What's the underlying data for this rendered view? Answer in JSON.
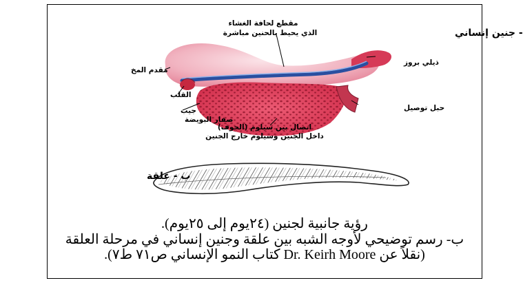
{
  "figure": {
    "title_a": "أ- جنين إنساني",
    "labels": {
      "membrane_section_1": "مقطع لحافة الغشاء",
      "membrane_section_2": "الذي يحيط بالحنين مباشرة",
      "tail_bud": "ذيلي بروز",
      "forebrain": "مقدم المخ",
      "heart": "القلب",
      "connecting_stalk": "حبل توصيل",
      "yolk_sac_1": "جيب",
      "yolk_sac_2": "صفار البويضة",
      "coelom_1": "اتصال بين سيلوم (الجوف)",
      "coelom_2": "داخل الجنين وسيلوم خارج الجنين"
    },
    "title_b": "ب - علقة"
  },
  "caption": {
    "line1": "رؤية جانبية لجنين (٢٤يوم إلى ٢٥يوم).",
    "line2": "ب- رسم توضيحي لأوجه الشبه بين علقة وجنين إنساني في مرحلة العلقة",
    "line3": "(نقلاً عن Dr. Keirh Moore كتاب النمو الإنساني ص٧١ ط٧)."
  }
}
